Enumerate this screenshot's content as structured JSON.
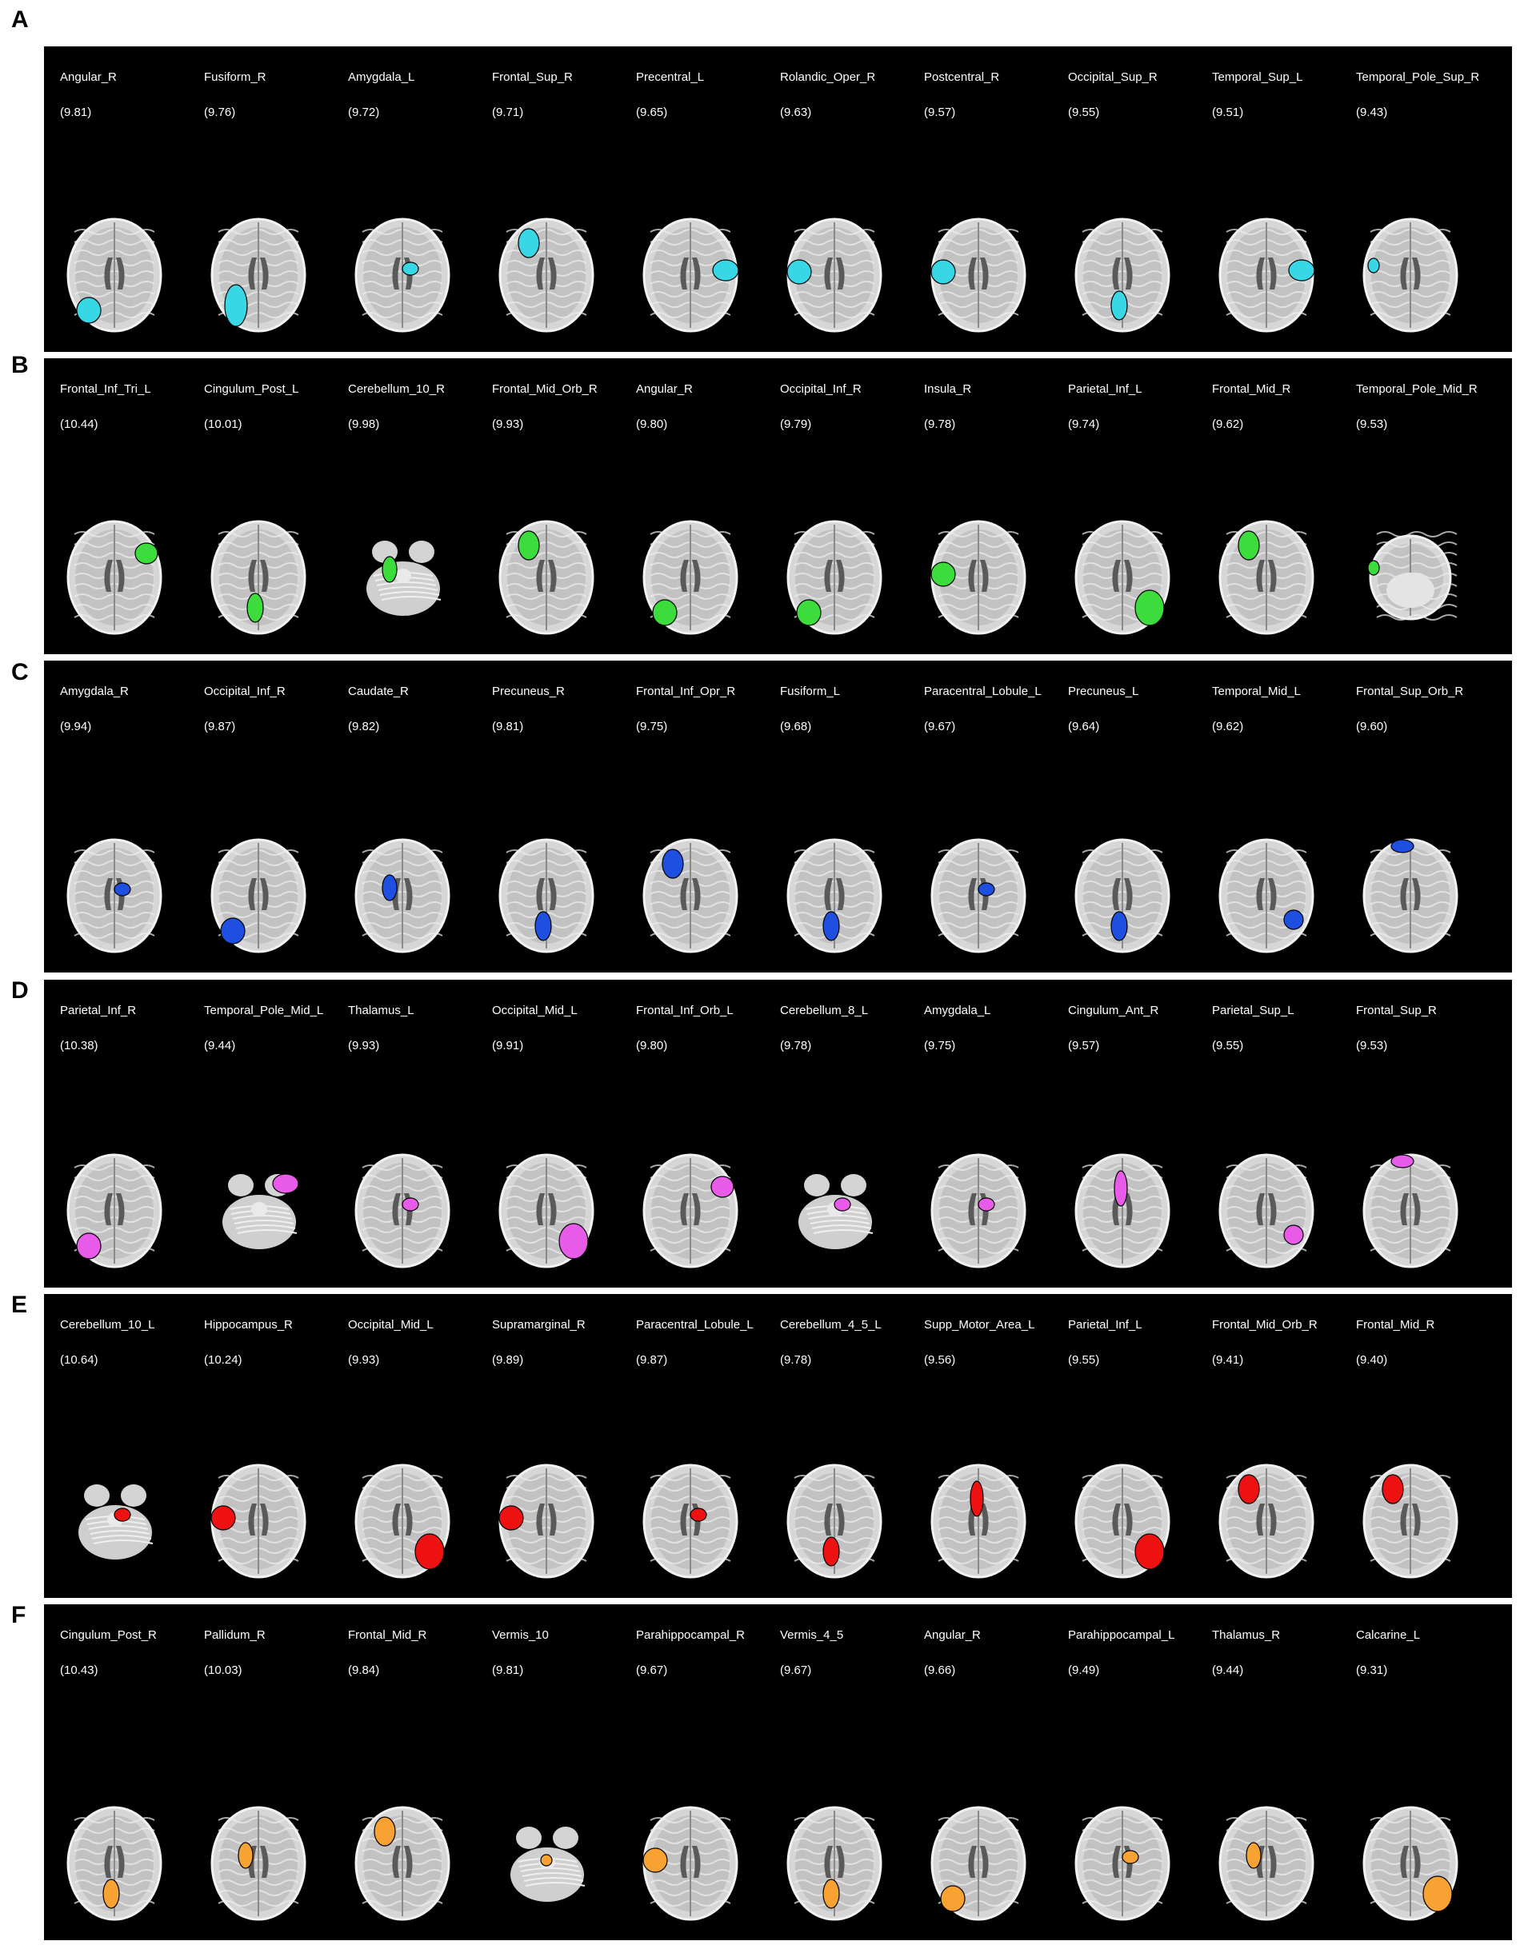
{
  "panels": [
    {
      "letter": "A",
      "color": "#37d7e6",
      "items": [
        {
          "region": "Angular_R",
          "score": "(9.81)",
          "view": "axial",
          "blob": "left-post"
        },
        {
          "region": "Fusiform_R",
          "score": "(9.76)",
          "view": "axial",
          "blob": "left-post-large"
        },
        {
          "region": "Amygdala_L",
          "score": "(9.72)",
          "view": "axial",
          "blob": "center-right"
        },
        {
          "region": "Frontal_Sup_R",
          "score": "(9.71)",
          "view": "axial",
          "blob": "left-front"
        },
        {
          "region": "Precentral_L",
          "score": "(9.65)",
          "view": "axial",
          "blob": "right-mid"
        },
        {
          "region": "Rolandic_Oper_R",
          "score": "(9.63)",
          "view": "axial",
          "blob": "left-mid"
        },
        {
          "region": "Postcentral_R",
          "score": "(9.57)",
          "view": "axial",
          "blob": "left-mid"
        },
        {
          "region": "Occipital_Sup_R",
          "score": "(9.55)",
          "view": "axial",
          "blob": "center-post"
        },
        {
          "region": "Temporal_Sup_L",
          "score": "(9.51)",
          "view": "axial",
          "blob": "right-mid"
        },
        {
          "region": "Temporal_Pole_Sup_R",
          "score": "(9.43)",
          "view": "axial",
          "blob": "left-front-small"
        }
      ]
    },
    {
      "letter": "B",
      "color": "#3ddc3d",
      "items": [
        {
          "region": "Frontal_Inf_Tri_L",
          "score": "(10.44)",
          "view": "axial",
          "blob": "right-front"
        },
        {
          "region": "Cingulum_Post_L",
          "score": "(10.01)",
          "view": "axial",
          "blob": "center-post"
        },
        {
          "region": "Cerebellum_10_R",
          "score": "(9.98)",
          "view": "cerebellum",
          "blob": "center-left"
        },
        {
          "region": "Frontal_Mid_Orb_R",
          "score": "(9.93)",
          "view": "axial",
          "blob": "left-front"
        },
        {
          "region": "Angular_R",
          "score": "(9.80)",
          "view": "axial",
          "blob": "left-post"
        },
        {
          "region": "Occipital_Inf_R",
          "score": "(9.79)",
          "view": "axial",
          "blob": "left-post"
        },
        {
          "region": "Insula_R",
          "score": "(9.78)",
          "view": "axial",
          "blob": "left-mid"
        },
        {
          "region": "Parietal_Inf_L",
          "score": "(9.74)",
          "view": "axial",
          "blob": "right-post-large"
        },
        {
          "region": "Frontal_Mid_R",
          "score": "(9.62)",
          "view": "axial",
          "blob": "left-front"
        },
        {
          "region": "Temporal_Pole_Mid_R",
          "score": "(9.53)",
          "view": "lowaxial",
          "blob": "left-front-small"
        }
      ]
    },
    {
      "letter": "C",
      "color": "#1f4fe0",
      "items": [
        {
          "region": "Amygdala_R",
          "score": "(9.94)",
          "view": "axial",
          "blob": "center-right"
        },
        {
          "region": "Occipital_Inf_R",
          "score": "(9.87)",
          "view": "axial",
          "blob": "left-post"
        },
        {
          "region": "Caudate_R",
          "score": "(9.82)",
          "view": "axial",
          "blob": "center-left"
        },
        {
          "region": "Precuneus_R",
          "score": "(9.81)",
          "view": "axial",
          "blob": "center-post"
        },
        {
          "region": "Frontal_Inf_Opr_R",
          "score": "(9.75)",
          "view": "axial",
          "blob": "left-front"
        },
        {
          "region": "Fusiform_L",
          "score": "(9.68)",
          "view": "axial",
          "blob": "center-post"
        },
        {
          "region": "Paracentral_Lobule_L",
          "score": "(9.67)",
          "view": "axial",
          "blob": "center-right"
        },
        {
          "region": "Precuneus_L",
          "score": "(9.64)",
          "view": "axial",
          "blob": "center-post"
        },
        {
          "region": "Temporal_Mid_L",
          "score": "(9.62)",
          "view": "axial",
          "blob": "right-post"
        },
        {
          "region": "Frontal_Sup_Orb_R",
          "score": "(9.60)",
          "view": "axial",
          "blob": "top"
        }
      ]
    },
    {
      "letter": "D",
      "color": "#e85be8",
      "items": [
        {
          "region": "Parietal_Inf_R",
          "score": "(10.38)",
          "view": "axial",
          "blob": "left-post"
        },
        {
          "region": "Temporal_Pole_Mid_L",
          "score": "(9.44)",
          "view": "cerebellum",
          "blob": "right-top"
        },
        {
          "region": "Thalamus_L",
          "score": "(9.93)",
          "view": "axial",
          "blob": "center-right"
        },
        {
          "region": "Occipital_Mid_L",
          "score": "(9.91)",
          "view": "axial",
          "blob": "right-post-large"
        },
        {
          "region": "Frontal_Inf_Orb_L",
          "score": "(9.80)",
          "view": "axial",
          "blob": "right-front"
        },
        {
          "region": "Cerebellum_8_L",
          "score": "(9.78)",
          "view": "cerebellum",
          "blob": "center-right"
        },
        {
          "region": "Amygdala_L",
          "score": "(9.75)",
          "view": "axial",
          "blob": "center-right"
        },
        {
          "region": "Cingulum_Ant_R",
          "score": "(9.57)",
          "view": "axial",
          "blob": "center-front"
        },
        {
          "region": "Parietal_Sup_L",
          "score": "(9.55)",
          "view": "axial",
          "blob": "right-post"
        },
        {
          "region": "Frontal_Sup_R",
          "score": "(9.53)",
          "view": "axial",
          "blob": "top"
        }
      ]
    },
    {
      "letter": "E",
      "color": "#ee1111",
      "items": [
        {
          "region": "Cerebellum_10_L",
          "score": "(10.64)",
          "view": "cerebellum",
          "blob": "center-right"
        },
        {
          "region": "Hippocampus_R",
          "score": "(10.24)",
          "view": "axial",
          "blob": "left-mid"
        },
        {
          "region": "Occipital_Mid_L",
          "score": "(9.93)",
          "view": "axial",
          "blob": "right-post-large"
        },
        {
          "region": "Supramarginal_R",
          "score": "(9.89)",
          "view": "axial",
          "blob": "left-mid"
        },
        {
          "region": "Paracentral_Lobule_L",
          "score": "(9.87)",
          "view": "axial",
          "blob": "center-right"
        },
        {
          "region": "Cerebellum_4_5_L",
          "score": "(9.78)",
          "view": "axial",
          "blob": "center-post"
        },
        {
          "region": "Supp_Motor_Area_L",
          "score": "(9.56)",
          "view": "axial",
          "blob": "center-front"
        },
        {
          "region": "Parietal_Inf_L",
          "score": "(9.55)",
          "view": "axial",
          "blob": "right-post-large"
        },
        {
          "region": "Frontal_Mid_Orb_R",
          "score": "(9.41)",
          "view": "axial",
          "blob": "left-front"
        },
        {
          "region": "Frontal_Mid_R",
          "score": "(9.40)",
          "view": "axial",
          "blob": "left-front"
        }
      ]
    },
    {
      "letter": "F",
      "color": "#f7a233",
      "items": [
        {
          "region": "Cingulum_Post_R",
          "score": "(10.43)",
          "view": "axial",
          "blob": "center-post"
        },
        {
          "region": "Pallidum_R",
          "score": "(10.03)",
          "view": "axial",
          "blob": "center-left"
        },
        {
          "region": "Frontal_Mid_R",
          "score": "(9.84)",
          "view": "axial",
          "blob": "left-front"
        },
        {
          "region": "Vermis_10",
          "score": "(9.81)",
          "view": "cerebellum",
          "blob": "center"
        },
        {
          "region": "Parahippocampal_R",
          "score": "(9.67)",
          "view": "axial",
          "blob": "left-mid"
        },
        {
          "region": "Vermis_4_5",
          "score": "(9.67)",
          "view": "axial",
          "blob": "center-post"
        },
        {
          "region": "Angular_R",
          "score": "(9.66)",
          "view": "axial",
          "blob": "left-post"
        },
        {
          "region": "Parahippocampal_L",
          "score": "(9.49)",
          "view": "axial",
          "blob": "center-right"
        },
        {
          "region": "Thalamus_R",
          "score": "(9.44)",
          "view": "axial",
          "blob": "center-left"
        },
        {
          "region": "Calcarine_L",
          "score": "(9.31)",
          "view": "axial",
          "blob": "right-post-large"
        }
      ]
    }
  ]
}
